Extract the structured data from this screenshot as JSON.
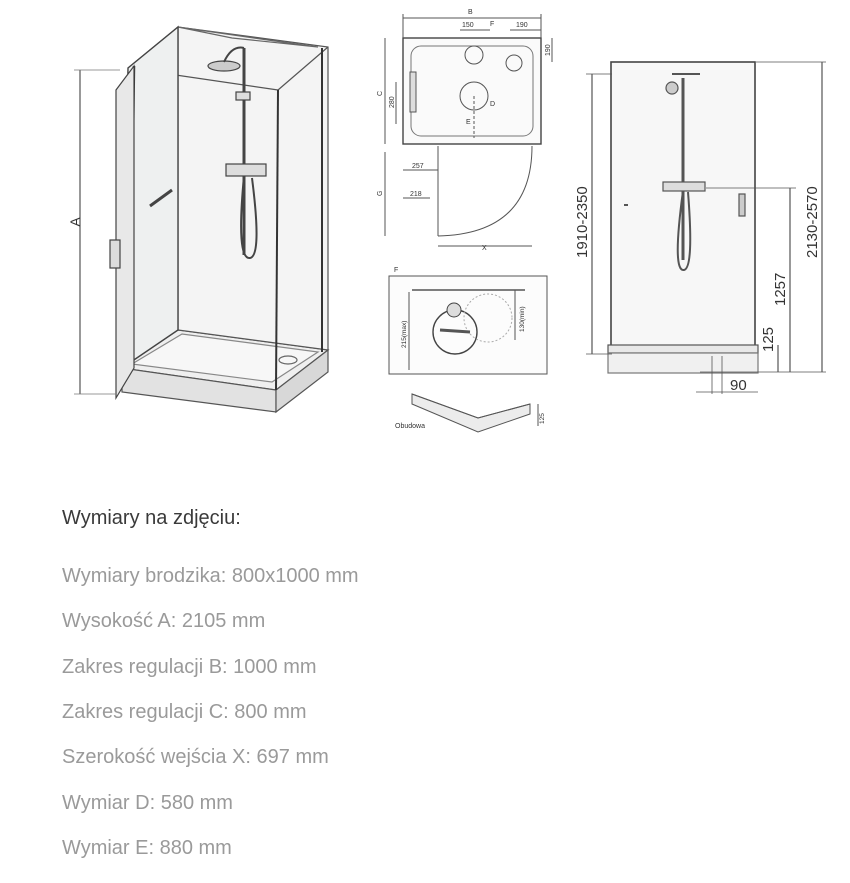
{
  "drawing": {
    "iso": {
      "label_a": "A"
    },
    "plan": {
      "label_b": "B",
      "label_150": "150",
      "label_190_top": "190",
      "label_f": "F",
      "label_190_side": "190",
      "label_c": "C",
      "label_280": "280",
      "label_d": "D",
      "label_e": "E",
      "label_257": "257",
      "label_g": "G",
      "label_218": "218",
      "label_x": "X"
    },
    "detail": {
      "label_f": "F",
      "label_215": "215(max)",
      "label_130": "130(min)"
    },
    "casing": {
      "label": "Obudowa",
      "label_125": "125"
    },
    "front": {
      "label_1910": "1910-2350",
      "label_2130": "2130-2570",
      "label_1257": "1257",
      "label_125": "125",
      "label_90": "90"
    }
  },
  "specs": {
    "heading": "Wymiary na zdjęciu:",
    "items": [
      "Wymiary brodzika: 800x1000 mm",
      "Wysokość A: 2105 mm",
      "Zakres regulacji B: 1000 mm",
      "Zakres regulacji C: 800 mm",
      "Szerokość wejścia X: 697 mm",
      "Wymiar D: 580 mm",
      "Wymiar E: 880 mm"
    ]
  }
}
